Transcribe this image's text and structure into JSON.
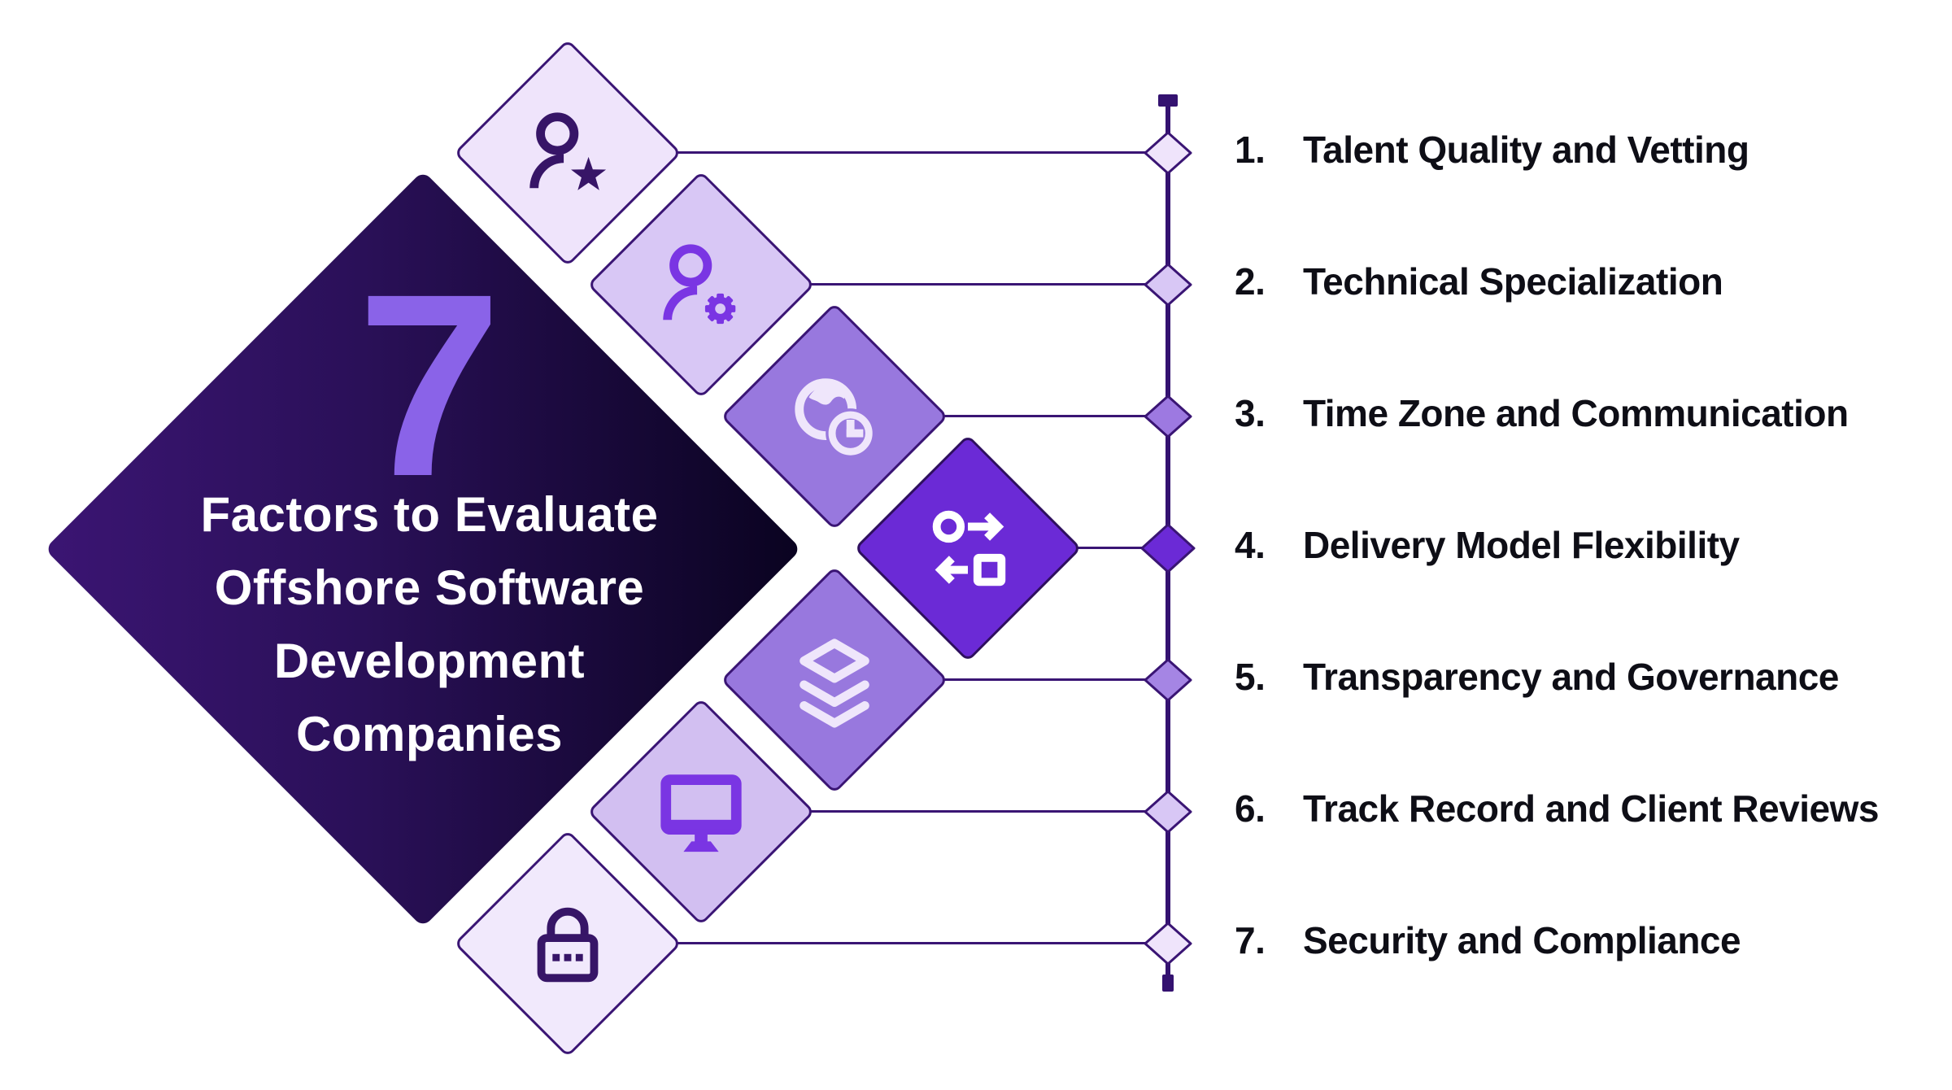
{
  "title": {
    "number": "7",
    "lines": [
      "Factors to Evaluate",
      "Offshore Software",
      "Development",
      "Companies"
    ],
    "number_color": "#8A63E8",
    "text_color": "#FFFFFF"
  },
  "list": {
    "text_color": "#0E0E16",
    "items": [
      {
        "num": "1.",
        "label": "Talent Quality and Vetting",
        "icon": "person-star-icon",
        "fill": "#EFE4FB",
        "border": "#3A1574",
        "icon_color": "#371567",
        "marker_fill": "#EFE4FB"
      },
      {
        "num": "2.",
        "label": "Technical Specialization",
        "icon": "person-gear-icon",
        "fill": "#D8C7F5",
        "border": "#3A1574",
        "icon_color": "#7A35E3",
        "marker_fill": "#D8C7F5"
      },
      {
        "num": "3.",
        "label": "Time Zone and Communication",
        "icon": "globe-clock-icon",
        "fill": "#9878DE",
        "border": "#3A1574",
        "icon_color": "#EFE6FB",
        "marker_fill": "#9D79E1"
      },
      {
        "num": "4.",
        "label": "Delivery Model Flexibility",
        "icon": "swap-shapes-icon",
        "fill": "#6B2AD6",
        "border": "#2E0F5E",
        "icon_color": "#FFFFFF",
        "marker_fill": "#6B2AD6"
      },
      {
        "num": "5.",
        "label": "Transparency and Governance",
        "icon": "layers-icon",
        "fill": "#9878DE",
        "border": "#3A1574",
        "icon_color": "#EFE6FB",
        "marker_fill": "#A585E4"
      },
      {
        "num": "6.",
        "label": "Track Record and Client Reviews",
        "icon": "monitor-icon",
        "fill": "#D2BFF1",
        "border": "#3A1574",
        "icon_color": "#7A35E3",
        "marker_fill": "#D8C7F5"
      },
      {
        "num": "7.",
        "label": "Security and Compliance",
        "icon": "lock-icon",
        "fill": "#F1E9FC",
        "border": "#3A1574",
        "icon_color": "#371567",
        "marker_fill": "#EFE4FB"
      }
    ]
  },
  "timeline": {
    "line_color": "#341270",
    "connector_color": "#3A1574",
    "marker_border": "#3A1574"
  },
  "background": "#FFFFFF"
}
